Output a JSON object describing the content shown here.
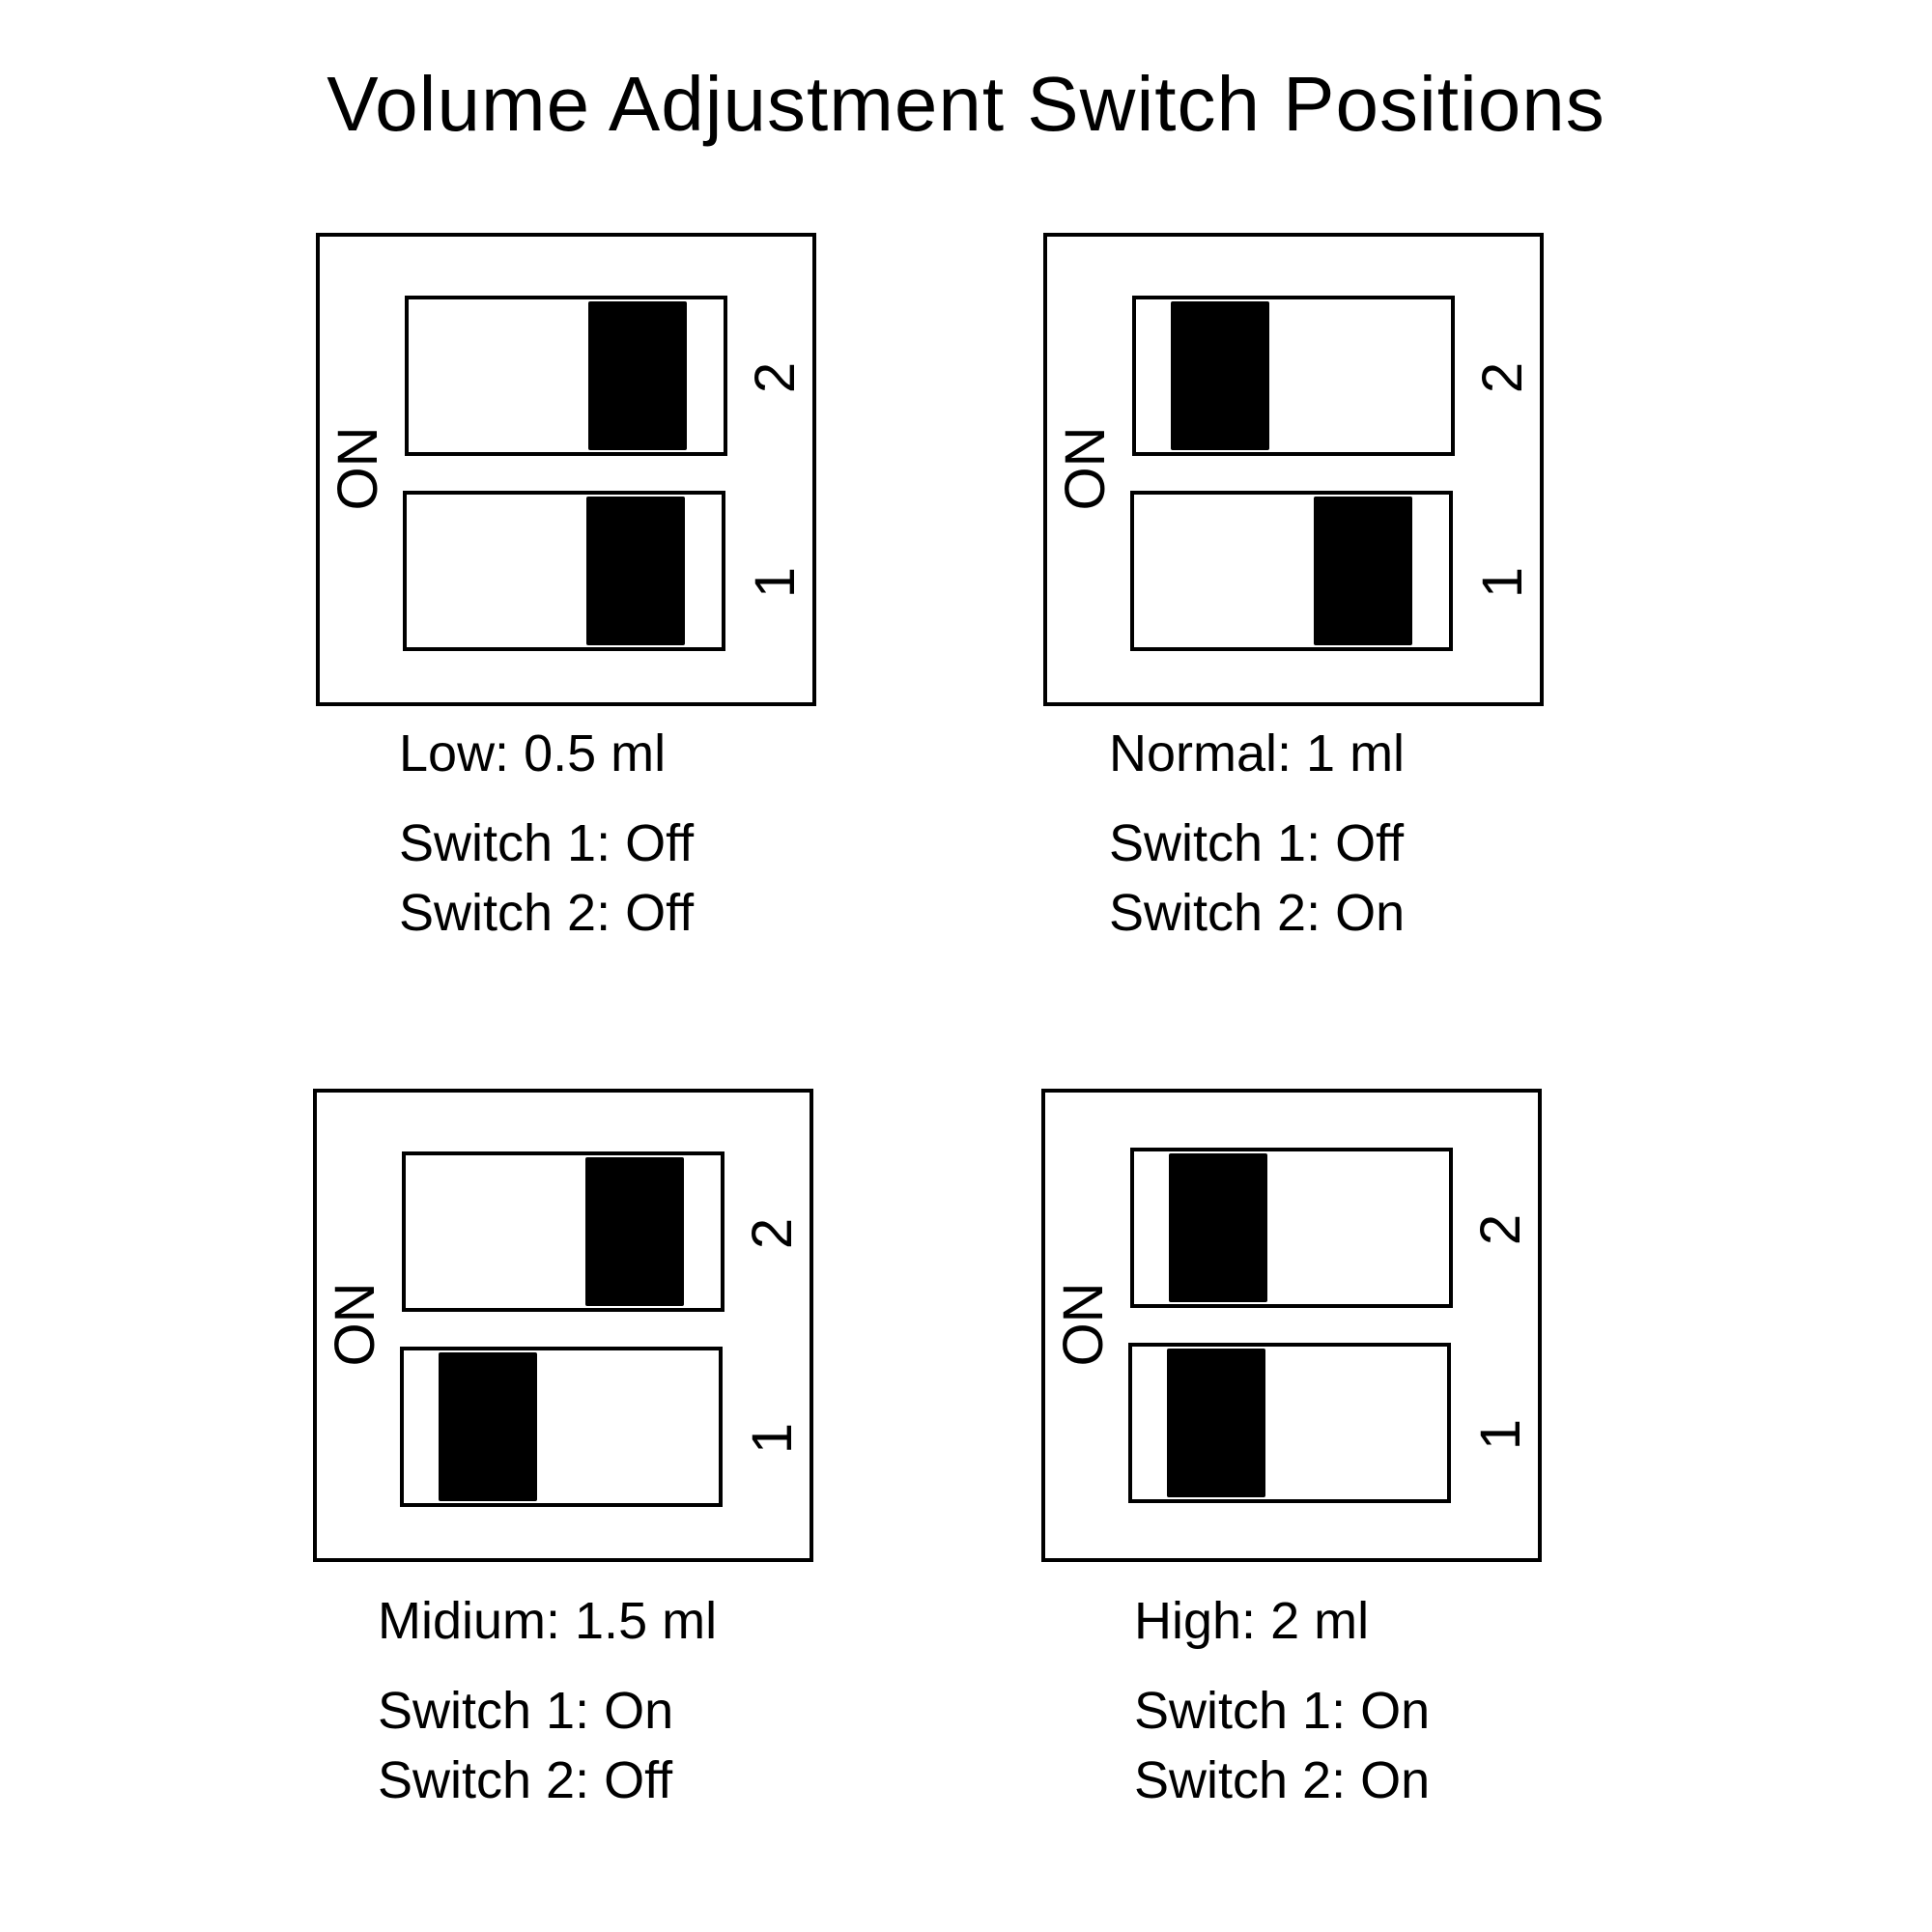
{
  "title": "Volume Adjustment Switch Positions",
  "on_label": "ON",
  "switch_numbers": [
    "2",
    "1"
  ],
  "settings": [
    {
      "level": "Low: 0.5 ml",
      "switch1_text": "Switch 1: Off",
      "switch2_text": "Switch 2: Off",
      "switch1_on": false,
      "switch2_on": false
    },
    {
      "level": "Normal: 1 ml",
      "switch1_text": "Switch 1: Off",
      "switch2_text": "Switch 2: On",
      "switch1_on": false,
      "switch2_on": true
    },
    {
      "level": "Midium: 1.5 ml",
      "switch1_text": "Switch 1: On",
      "switch2_text": "Switch 2: Off",
      "switch1_on": true,
      "switch2_on": false
    },
    {
      "level": "High: 2 ml",
      "switch1_text": "Switch 1: On",
      "switch2_text": "Switch 2: On",
      "switch1_on": true,
      "switch2_on": true
    }
  ]
}
